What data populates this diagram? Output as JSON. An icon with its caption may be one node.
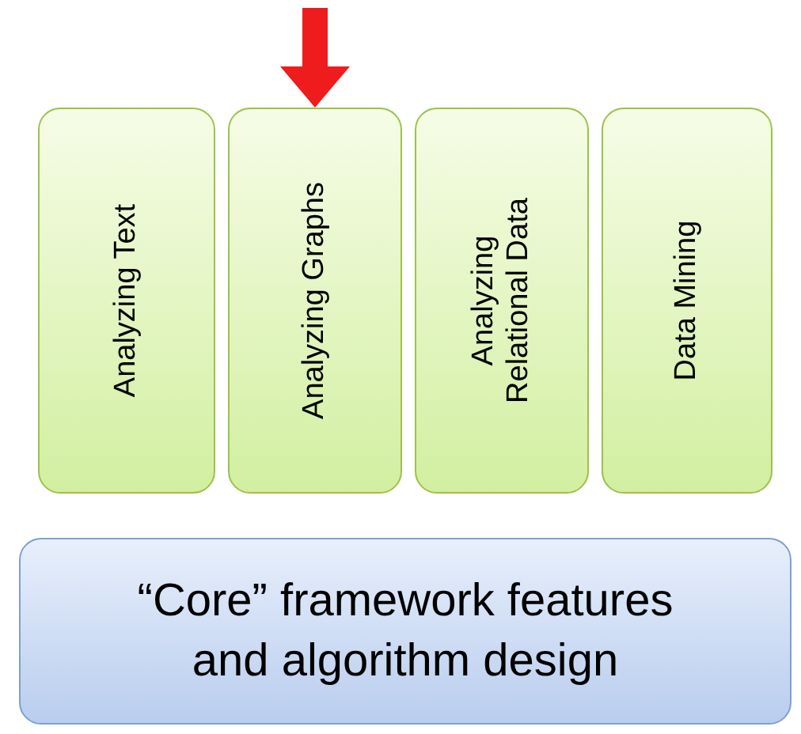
{
  "diagram": {
    "nodes": [
      {
        "text": [
          "Analyzing Text"
        ]
      },
      {
        "text": [
          "Analyzing Graphs"
        ]
      },
      {
        "text": [
          "Analyzing Relational Data"
        ]
      },
      {
        "text": [
          "Data Mining"
        ]
      },
      {
        "text": [
          "“Core” framework features and algorithm design"
        ]
      }
    ],
    "edges": [
      {
        "from": null,
        "to": 1,
        "arrow": "to",
        "color": "#ee1c1c"
      }
    ]
  }
}
